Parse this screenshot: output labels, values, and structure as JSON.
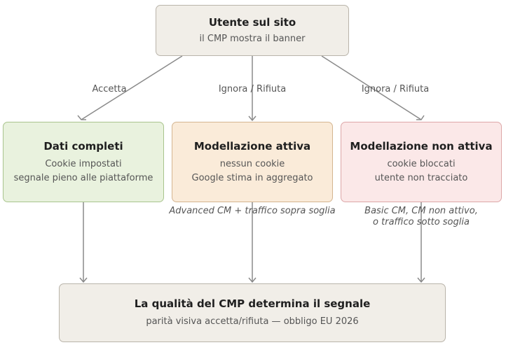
{
  "top": {
    "title": "Utente sul sito",
    "subtitle": "il CMP mostra il banner"
  },
  "edges": [
    "Accetta",
    "Ignora / Rifiuta",
    "Ignora / Rifiuta"
  ],
  "branches": [
    {
      "title": "Dati completi",
      "lines": [
        "Cookie impostati",
        "segnale pieno alle piattaforme"
      ],
      "note": []
    },
    {
      "title": "Modellazione attiva",
      "lines": [
        "nessun cookie",
        "Google stima in aggregato"
      ],
      "note": [
        "Advanced CM + traffico sopra soglia"
      ]
    },
    {
      "title": "Modellazione non attiva",
      "lines": [
        "cookie bloccati",
        "utente non tracciato"
      ],
      "note": [
        "Basic CM, CM non attivo,",
        "o traffico sotto soglia"
      ]
    }
  ],
  "bottom": {
    "title": "La qualità del CMP determina il segnale",
    "subtitle": "parità visiva accetta/rifiuta — obbligo EU 2026"
  },
  "colors": {
    "neutral": "#f1eee8",
    "green": "#e9f2de",
    "orange": "#faebd9",
    "red": "#fbe8e8",
    "arrow": "#8a8a8a"
  }
}
